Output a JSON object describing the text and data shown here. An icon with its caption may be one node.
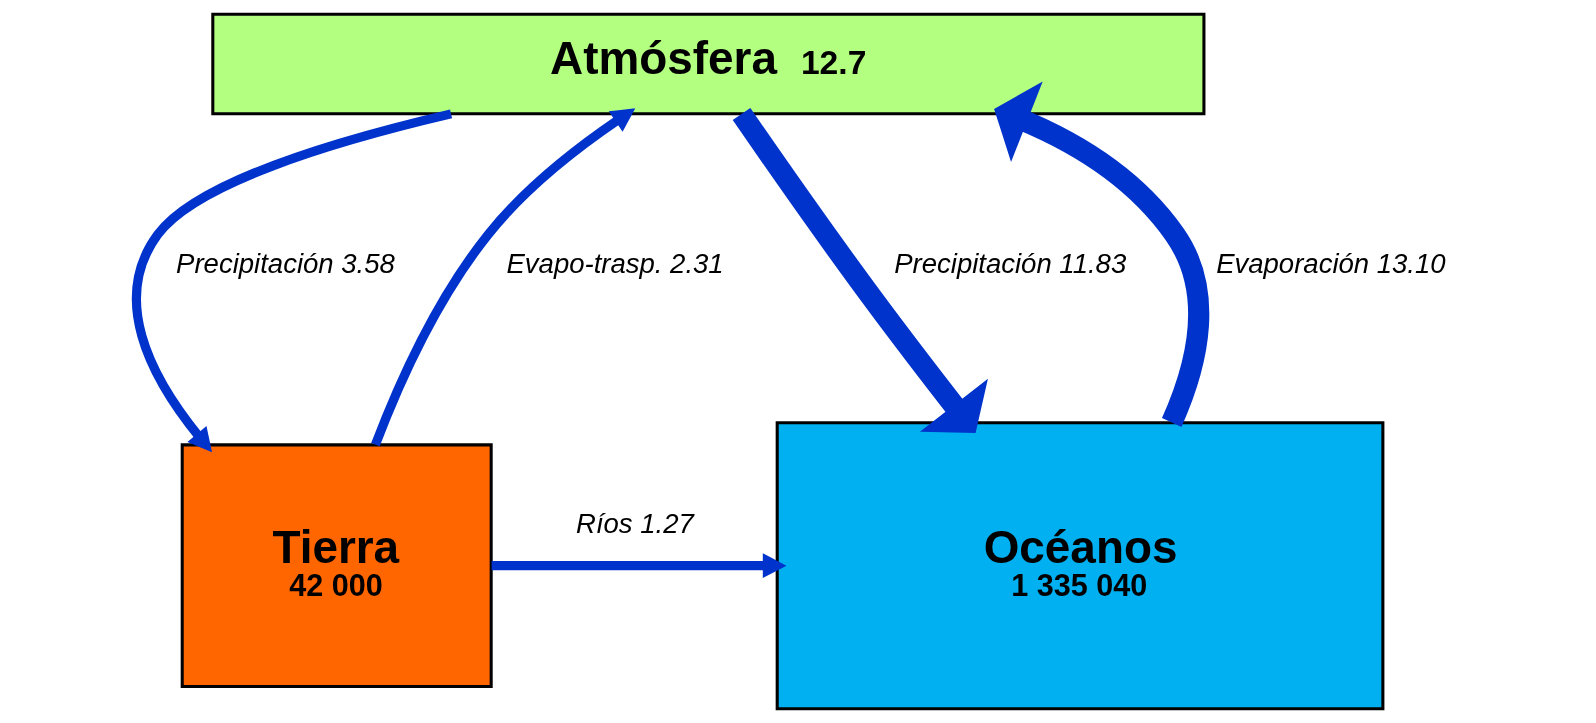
{
  "diagram": {
    "nodes": [
      {
        "text": [
          "Atmósfera",
          "12.7"
        ]
      },
      {
        "text": [
          "Tierra",
          "42 000"
        ]
      },
      {
        "text": [
          "Océanos",
          "1 335 040"
        ]
      }
    ],
    "edges": [
      {
        "from": 1,
        "to": 0,
        "arrow": "to",
        "label": "Evapo-trasp. 2.31"
      },
      {
        "from": 0,
        "to": 1,
        "arrow": "to",
        "label": "Precipitación 3.58"
      },
      {
        "from": 1,
        "to": 2,
        "arrow": "to",
        "label": "Ríos 1.27"
      },
      {
        "from": 2,
        "to": 0,
        "arrow": "to",
        "label": "Evaporación 13.10",
        "style": "thick"
      },
      {
        "from": 0,
        "to": 2,
        "arrow": "to",
        "label": "Precipitación 11.83",
        "style": "thick"
      }
    ]
  }
}
